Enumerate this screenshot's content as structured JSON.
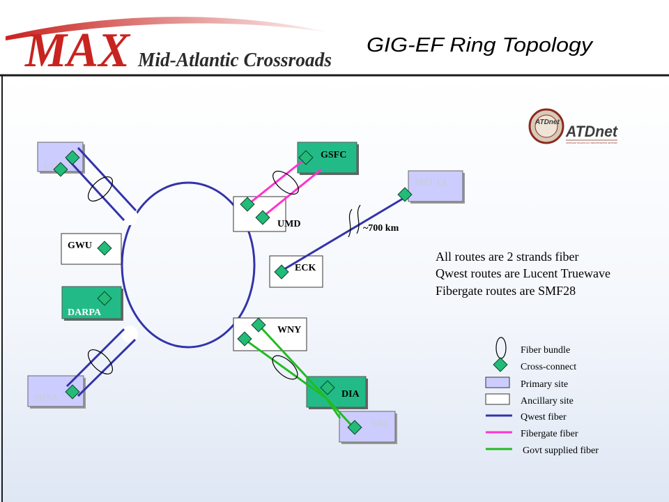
{
  "header": {
    "logo_text": "MAX",
    "logo_subtitle": "Mid-Atlantic Crossroads",
    "title": "GIG-EF Ring Topology"
  },
  "atdnet_logo": {
    "ring_text": "ATDnet",
    "text": "ATDnet",
    "fine_print": "ADVANCED TECHNOLOGY DEMONSTRATION NETWORK"
  },
  "sites": {
    "lts": "LTS",
    "gsfc": "GSFC",
    "mitll": "MIT-LL",
    "umd": "UMD",
    "gwu": "GWU",
    "eck": "ECK",
    "darpa": "DARPA",
    "wny": "WNY",
    "disa": "DISA",
    "dia": "DIA",
    "nrl": "NRL"
  },
  "distance_label": "~700 km",
  "notes": [
    "All routes are 2 strands fiber",
    "Qwest routes are Lucent Truewave",
    "Fibergate routes are SMF28"
  ],
  "legend": {
    "fiber_bundle": "Fiber bundle",
    "cross_connect": "Cross-connect",
    "primary_site": "Primary site",
    "ancillary_site": "Ancillary site",
    "qwest": "Qwest fiber",
    "fibergate": "Fibergate fiber",
    "govt": "Govt supplied fiber"
  },
  "colors": {
    "qwest": "#3333aa",
    "fibergate": "#ff33cc",
    "govt": "#22bb22",
    "primary_fill": "#ccccff",
    "primary_teal_fill": "#22bb88",
    "cross_connect": "#22bb77",
    "header_red": "#c8231f",
    "slide_bg": "#e8eef8"
  }
}
